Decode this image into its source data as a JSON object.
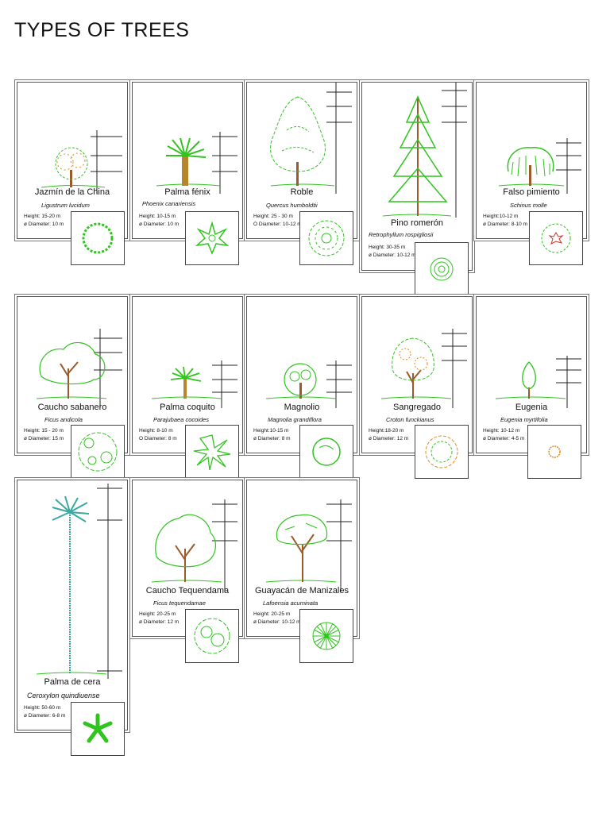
{
  "title": "TYPES OF TREES",
  "colors": {
    "foliage": "#2fc41e",
    "trunk": "#9a5a2a",
    "accent": "#e08a20",
    "line": "#333333"
  },
  "trees": [
    {
      "name": "Jazmín de la China",
      "scientific": "Ligustrum lucidum",
      "height": "Height: 15-20 m",
      "diameter": "ø Diameter: 10 m",
      "icon": "round-tree-icon"
    },
    {
      "name": "Palma fénix",
      "scientific": "Phoenix canariensis",
      "height": "Height: 10-15 m",
      "diameter": "ø Diameter: 10 m",
      "icon": "palm-tree-icon"
    },
    {
      "name": "Roble",
      "scientific": "Quercus humboldtii",
      "height": "Height: 25 - 30 m",
      "diameter": "O Diameter: 10-12 m",
      "icon": "oak-tree-icon"
    },
    {
      "name": "Pino romerón",
      "scientific": "Retrophyllum rospigliosii",
      "height": "Height: 30-35 m",
      "diameter": "ø Diameter: 10-12 m",
      "icon": "pine-tree-icon"
    },
    {
      "name": "Falso pimiento",
      "scientific": "Schinus molle",
      "height": "Height:10-12 m",
      "diameter": "ø Diameter: 8-10 m",
      "icon": "weeping-tree-icon"
    },
    {
      "name": "Caucho sabanero",
      "scientific": "Ficus andicola",
      "height": "Height: 15 - 20 m",
      "diameter": "ø Diameter: 15 m",
      "icon": "wide-tree-icon"
    },
    {
      "name": "Palma coquito",
      "scientific": "Parajubaea cocoides",
      "height": "Height: 8-10 m",
      "diameter": "O Diameter: 8 m",
      "icon": "small-palm-icon"
    },
    {
      "name": "Magnolio",
      "scientific": "Magnolia grandiflora",
      "height": "Height:10-15 m",
      "diameter": "ø Diameter: 8 m",
      "icon": "magnolia-tree-icon"
    },
    {
      "name": "Sangregado",
      "scientific": "Croton funckianus",
      "height": "Height:18-20 m",
      "diameter": "ø Diameter: 12 m",
      "icon": "sangregado-tree-icon"
    },
    {
      "name": "Eugenia",
      "scientific": "Eugenia myrtifolia",
      "height": "Height: 10-12 m",
      "diameter": "ø Diameter: 4-5 m",
      "icon": "narrow-tree-icon"
    },
    {
      "name": "Palma de cera",
      "scientific": "Ceroxylon quindiuense",
      "height": "Height: 50-60 m",
      "diameter": "ø Diameter: 6-8 m",
      "icon": "wax-palm-icon"
    },
    {
      "name": "Caucho Tequendama",
      "scientific": "Ficus tequendamae",
      "height": "Height: 20-25 m",
      "diameter": "ø Diameter: 12 m",
      "icon": "ficus-tree-icon"
    },
    {
      "name": "Guayacán de Manizales",
      "scientific": "Lafoensia acuminata",
      "height": "Height: 20-25 m",
      "diameter": "ø Diameter: 10-12 m",
      "icon": "guayacan-tree-icon"
    }
  ]
}
